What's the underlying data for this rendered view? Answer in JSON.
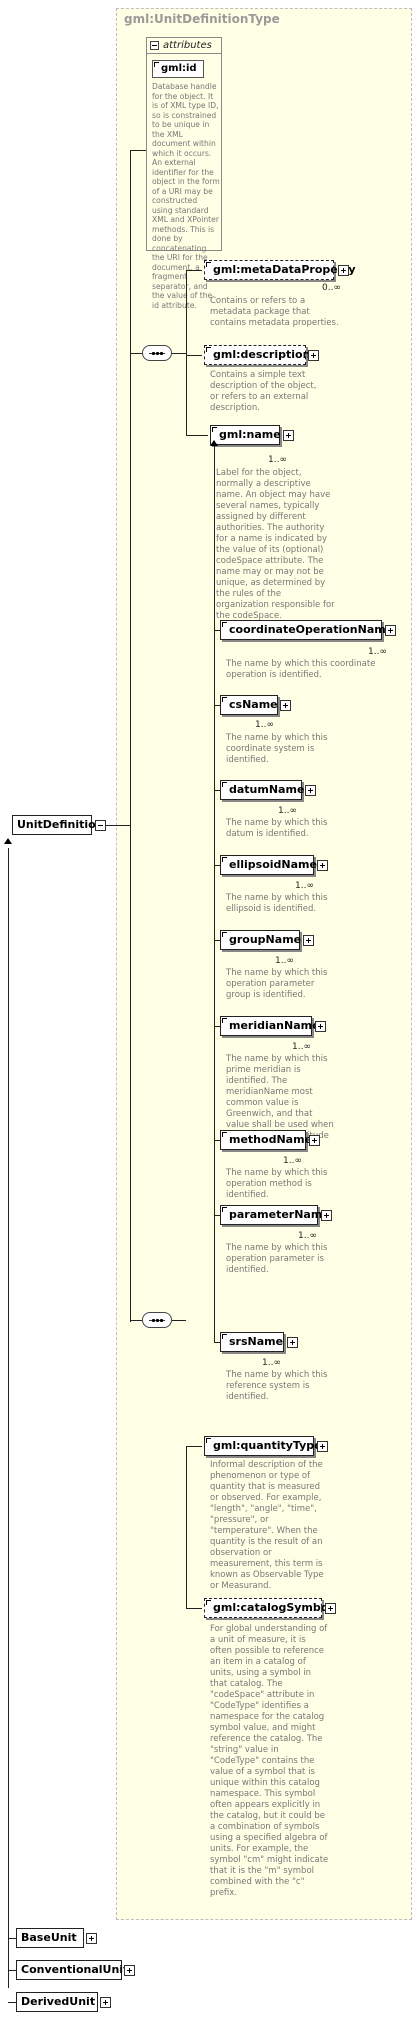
{
  "region": {
    "title": "gml:UnitDefinitionType"
  },
  "attributes": {
    "header": "attributes",
    "id": {
      "label": "gml:id",
      "desc": "Database handle for the object.  It is of XML type ID, so is constrained to be unique in the XML document within which it occurs.  An external identifier for the object in the form of a URI may be constructed using standard XML and XPointer methods.  This is done by concatenating the URI for the document, a fragment separator, and the value of the id attribute."
    }
  },
  "root": {
    "label": "UnitDefinition"
  },
  "elements": {
    "metaDataProperty": {
      "label": "gml:metaDataProperty",
      "card": "0..∞",
      "desc": "Contains or refers to a metadata package that contains metadata properties."
    },
    "description": {
      "label": "gml:description",
      "desc": "Contains a simple text description of the object, or refers to an external description."
    },
    "name": {
      "label": "gml:name",
      "card": "1..∞",
      "desc": "Label for the object, normally a descriptive name. An object may have several names, typically assigned by different authorities.  The authority for a name is indicated by the value of its (optional) codeSpace attribute.  The name may or may not be unique, as determined by the rules of the organization responsible for the codeSpace."
    },
    "coordinateOperationName": {
      "label": "coordinateOperationName",
      "card": "1..∞",
      "desc": "The name by which this coordinate operation is identified."
    },
    "csName": {
      "label": "csName",
      "card": "1..∞",
      "desc": "The name by which this coordinate system is identified."
    },
    "datumName": {
      "label": "datumName",
      "card": "1..∞",
      "desc": "The name by which this datum is identified."
    },
    "ellipsoidName": {
      "label": "ellipsoidName",
      "card": "1..∞",
      "desc": "The name by which this ellipsoid is identified."
    },
    "groupName": {
      "label": "groupName",
      "card": "1..∞",
      "desc": "The name by which this operation parameter group is identified."
    },
    "meridianName": {
      "label": "meridianName",
      "card": "1..∞",
      "desc": "The name by which this prime meridian is identified. The meridianName most common value is Greenwich, and that value shall be used when the greenwichLongitude value is zero."
    },
    "methodName": {
      "label": "methodName",
      "card": "1..∞",
      "desc": "The name by which this operation method is identified."
    },
    "parameterName": {
      "label": "parameterName",
      "card": "1..∞",
      "desc": "The name by which this operation parameter is identified."
    },
    "srsName": {
      "label": "srsName",
      "card": "1..∞",
      "desc": "The name by which this reference system is identified."
    },
    "quantityType": {
      "label": "gml:quantityType",
      "desc": "Informal description of the phenomenon or type of quantity that is measured or observed. For example, \"length\", \"angle\", \"time\", \"pressure\", or \"temperature\". When the quantity is the result of an observation or measurement, this term is known as Observable Type or Measurand."
    },
    "catalogSymbol": {
      "label": "gml:catalogSymbol",
      "desc": "For global understanding of a unit of measure, it is often possible to reference an item in a catalog of units, using a symbol in that catalog. The \"codeSpace\" attribute in \"CodeType\" identifies a namespace for the catalog symbol value, and might reference the catalog. The \"string\" value in \"CodeType\" contains the value of a symbol that is unique within this catalog namespace. This symbol often appears explicitly in the catalog, but it could be a combination of symbols using a specified algebra of units. For example, the symbol \"cm\" might indicate that it is the \"m\" symbol combined with the \"c\" prefix."
    }
  },
  "derived": {
    "baseUnit": "BaseUnit",
    "conventionalUnit": "ConventionalUnit",
    "derivedUnit": "DerivedUnit"
  }
}
